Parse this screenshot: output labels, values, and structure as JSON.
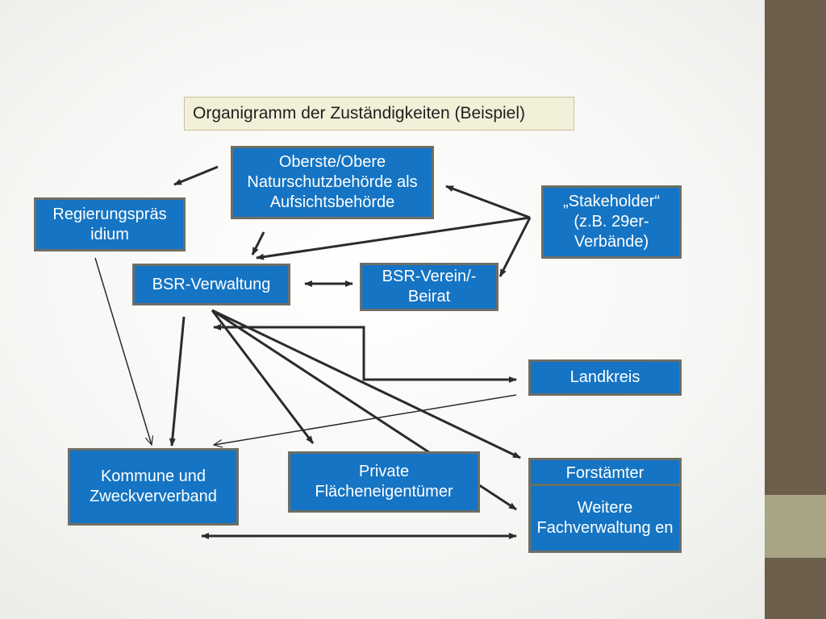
{
  "title": "Organigramm der Zuständigkeiten (Beispiel)",
  "nodes": {
    "oberste": "Oberste/Obere Naturschutzbehörde als Aufsichtsbehörde",
    "regierungspraesidium": "Regierungspräs idium",
    "stakeholder": "„Stakeholder“ (z.B. 29er-Verbände)",
    "bsr_verwaltung": "BSR-Verwaltung",
    "bsr_verein": "BSR-Verein/-Beirat",
    "landkreis": "Landkreis",
    "kommune": "Kommune und Zweckververband",
    "private": "Private Flächeneigentümer",
    "forstaemter": "Forstämter",
    "weitere": "Weitere Fachverwaltung en"
  },
  "colors": {
    "node_fill": "#1574c3",
    "node_border": "#6e6e66",
    "node_text": "#ffffff",
    "arrow": "#2b2b2b",
    "side_bar": "#6b5f4c",
    "side_accent": "#a9a484",
    "title_fill": "#f3f0d9"
  }
}
